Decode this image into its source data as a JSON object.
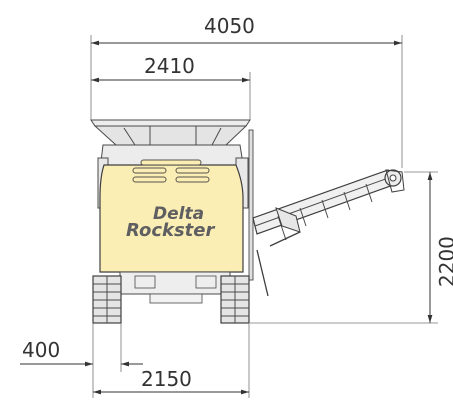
{
  "dimensions": {
    "overall_width": "4050",
    "hopper_width": "2410",
    "height": "2200",
    "track_width": "400",
    "track_gauge": "2150"
  },
  "logo": {
    "line1": "Delta",
    "line2": "Rockster"
  },
  "colors": {
    "body": "#fbeeb5",
    "outline": "#3f3f3f",
    "dimension": "#333333",
    "machine_grey": "#e6e6e6"
  }
}
